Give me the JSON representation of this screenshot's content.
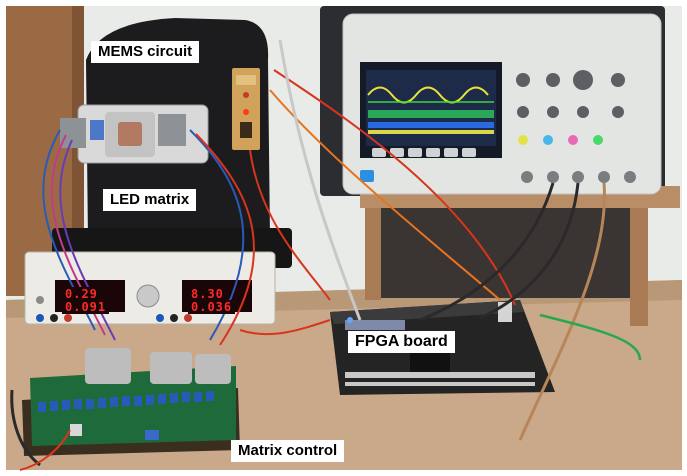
{
  "labels": {
    "mems_circuit": "MEMS circuit",
    "led_matrix": "LED matrix",
    "fpga_board": "FPGA board",
    "matrix_control": "Matrix control"
  },
  "power_supply_readouts": {
    "ch1_voltage": "0.29",
    "ch1_current": "0.091",
    "ch2_voltage": "8.30",
    "ch2_current": "0.036"
  },
  "colors": {
    "wall": "#e9ece9",
    "wood_wall": "#9a6a44",
    "desk": "#c9a98a",
    "scope_body": "#e4e6e4",
    "scope_screen": "#1d2b49",
    "fpga_pcb": "#252525",
    "control_pcb": "#1e6a3a",
    "wire_red": "#d8341e",
    "wire_orange": "#e8731e"
  }
}
